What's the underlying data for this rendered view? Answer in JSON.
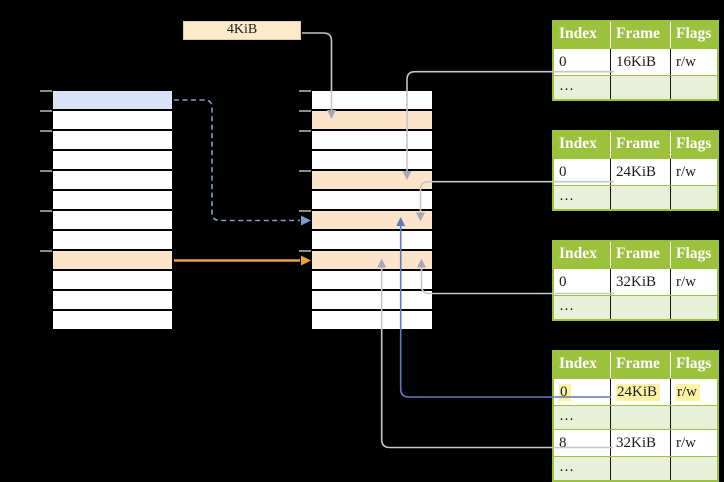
{
  "frame_size_label": "4KiB",
  "colors": {
    "green": "#9cc23d",
    "lgreen": "#e9f0d9",
    "blue_row": "#d8e4f5",
    "orange_row": "#fce4cb",
    "cream": "#fcebcb",
    "cream_border": "#e0cda0",
    "hl": "#fcf3a3",
    "line_gray": "#c6c6cb",
    "arrow_gray": "#a9a9b4",
    "blue": "#5b7cbe",
    "blue_light": "#7e9bd1",
    "orange": "#eea52f",
    "tick": "#8c8c8c",
    "ink": "#1c1c1c"
  },
  "virtual_memory": {
    "rows": 12,
    "row_types": {
      "0": "blue",
      "8": "orange"
    }
  },
  "physical_memory": {
    "rows": 12,
    "row_types": {
      "1": "orange",
      "4": "orange",
      "6": "orange",
      "8": "orange"
    }
  },
  "address_tick_rows": [
    0,
    1,
    2,
    4,
    6,
    8
  ],
  "page_tables": [
    {
      "header": [
        "Index",
        "Frame",
        "Flags"
      ],
      "rows": [
        {
          "kind": "value",
          "cells": [
            "0",
            "16KiB",
            "r/w"
          ]
        },
        {
          "kind": "ellipsis",
          "cells": [
            "…",
            "",
            ""
          ]
        }
      ]
    },
    {
      "header": [
        "Index",
        "Frame",
        "Flags"
      ],
      "rows": [
        {
          "kind": "value",
          "cells": [
            "0",
            "24KiB",
            "r/w"
          ]
        },
        {
          "kind": "ellipsis",
          "cells": [
            "…",
            "",
            ""
          ]
        }
      ]
    },
    {
      "header": [
        "Index",
        "Frame",
        "Flags"
      ],
      "rows": [
        {
          "kind": "value",
          "cells": [
            "0",
            "32KiB",
            "r/w"
          ]
        },
        {
          "kind": "ellipsis",
          "cells": [
            "…",
            "",
            ""
          ]
        }
      ]
    },
    {
      "header": [
        "Index",
        "Frame",
        "Flags"
      ],
      "rows": [
        {
          "kind": "value",
          "highlight": true,
          "cells": [
            "0",
            "24KiB",
            "r/w"
          ]
        },
        {
          "kind": "ellipsis",
          "cells": [
            "…",
            "",
            ""
          ]
        },
        {
          "kind": "value",
          "cells": [
            "8",
            "32KiB",
            "r/w"
          ]
        },
        {
          "kind": "ellipsis",
          "cells": [
            "…",
            "",
            ""
          ]
        }
      ]
    }
  ]
}
